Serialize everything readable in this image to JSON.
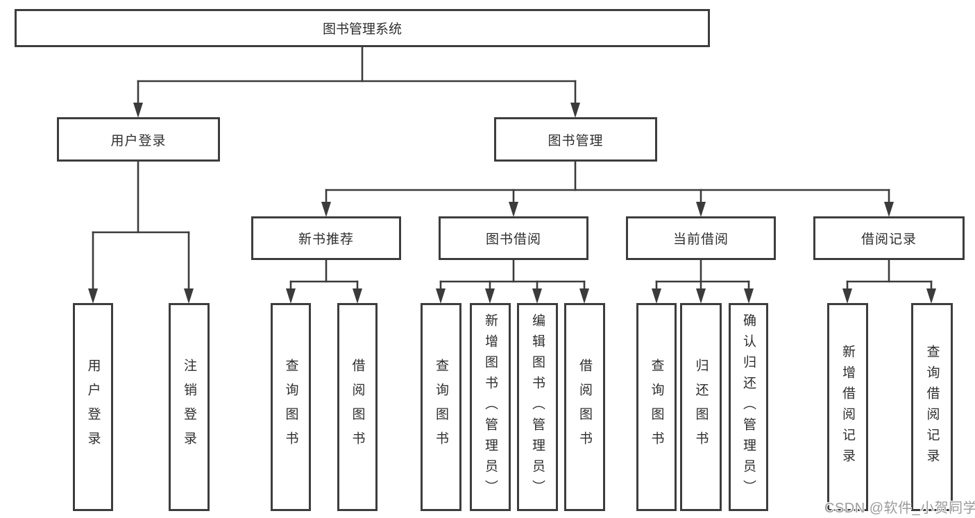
{
  "diagram": {
    "root": {
      "label": "图书管理系统"
    },
    "level2": [
      {
        "label": "用户登录"
      },
      {
        "label": "图书管理"
      }
    ],
    "level3": [
      {
        "label": "新书推荐"
      },
      {
        "label": "图书借阅"
      },
      {
        "label": "当前借阅"
      },
      {
        "label": "借阅记录"
      }
    ],
    "leaves": {
      "user_login": [
        {
          "label": "用户登录"
        },
        {
          "label": "注销登录"
        }
      ],
      "new_book": [
        {
          "label": "查询图书"
        },
        {
          "label": "借阅图书"
        }
      ],
      "borrow": [
        {
          "label": "查询图书"
        },
        {
          "label": "新增图书（管理员）"
        },
        {
          "label": "编辑图书（管理员）"
        },
        {
          "label": "借阅图书"
        }
      ],
      "current": [
        {
          "label": "查询图书"
        },
        {
          "label": "归还图书"
        },
        {
          "label": "确认归还（管理员）"
        }
      ],
      "records": [
        {
          "label": "新增借阅记录"
        },
        {
          "label": "查询借阅记录"
        }
      ]
    }
  },
  "watermark": "CSDN @软件_小贺同学",
  "colors": {
    "line": "#3b3b3b",
    "border": "#3d3d3d",
    "text": "#2e2e2e",
    "watermark": "#9b9b9b",
    "background": "#ffffff"
  }
}
